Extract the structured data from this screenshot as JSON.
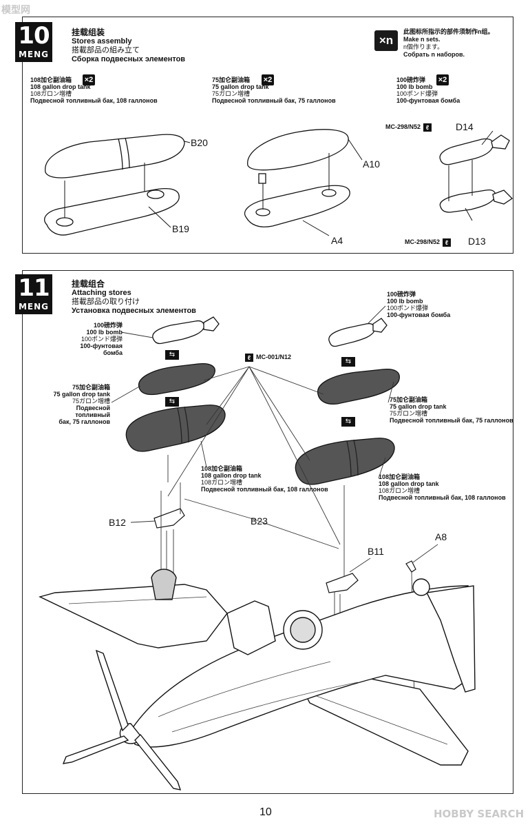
{
  "step10": {
    "number": "10",
    "brand": "MENG",
    "title_zh": "挂载组装",
    "title_en": "Stores assembly",
    "title_ja": "搭載部品の組み立て",
    "title_ru": "Сборка подвесных элементов",
    "note": {
      "badge": "×n",
      "zh": "此图标所指示的部件须制作n组。",
      "en": "Make n sets.",
      "ja": "n個作ります。",
      "ru": "Собрать n наборов."
    },
    "groups": [
      {
        "qty": "×2",
        "zh": "108加仑副油箱",
        "en": "108 gallon drop tank",
        "ja": "108ガロン増槽",
        "ru": "Подвесной топливный бак, 108 галлонов"
      },
      {
        "qty": "×2",
        "zh": "75加仑副油箱",
        "en": "75 gallon drop tank",
        "ja": "75ガロン増槽",
        "ru": "Подвесной топливный бак, 75 галлонов"
      },
      {
        "qty": "×2",
        "zh": "100磅炸弹",
        "en": "100 lb bomb",
        "ja": "100ポンド爆弾",
        "ru": "100-фунтовая бомба"
      }
    ],
    "parts": {
      "b20": "B20",
      "b19": "B19",
      "a10": "A10",
      "a4": "A4",
      "d14": "D14",
      "d13": "D13"
    },
    "paint_top": "MC-298/N52",
    "paint_bottom": "MC-298/N52"
  },
  "step11": {
    "number": "11",
    "brand": "MENG",
    "title_zh": "挂载组合",
    "title_en": "Attaching stores",
    "title_ja": "搭載部品の取り付け",
    "title_ru": "Установка подвесных элементов",
    "paint": "MC-001/N12",
    "left_bomb": {
      "zh": "100磅炸弹",
      "en": "100 lb bomb",
      "ja": "100ポンド爆弾",
      "ru": "100-фунтовая бомба"
    },
    "left_tank75": {
      "zh": "75加仑副油箱",
      "en": "75 gallon drop tank",
      "ja": "75ガロン増槽",
      "ru1": "Подвесной топливный",
      "ru2": "бак, 75 галлонов"
    },
    "left_tank108": {
      "zh": "108加仑副油箱",
      "en": "108 gallon drop tank",
      "ja": "108ガロン増槽",
      "ru": "Подвесной топливный бак, 108 галлонов"
    },
    "right_bomb": {
      "zh": "100磅炸弹",
      "en": "100 lb bomb",
      "ja": "100ポンド爆弾",
      "ru": "100-фунтовая бомба"
    },
    "right_tank75": {
      "zh": "75加仑副油箱",
      "en": "75 gallon drop tank",
      "ja": "75ガロン増槽",
      "ru": "Подвесной топливный бак, 75 галлонов"
    },
    "right_tank108": {
      "zh": "108加仑副油箱",
      "en": "108 gallon drop tank",
      "ja": "108ガロン増槽",
      "ru": "Подвесной топливный бак, 108 галлонов"
    },
    "parts": {
      "b12": "B12",
      "b23": "B23",
      "b11": "B11",
      "a8": "A8"
    }
  },
  "page_number": "10",
  "watermark_top": "模型网",
  "watermark_bottom": "HOBBY SEARCH",
  "swap_glyph": "⇆"
}
